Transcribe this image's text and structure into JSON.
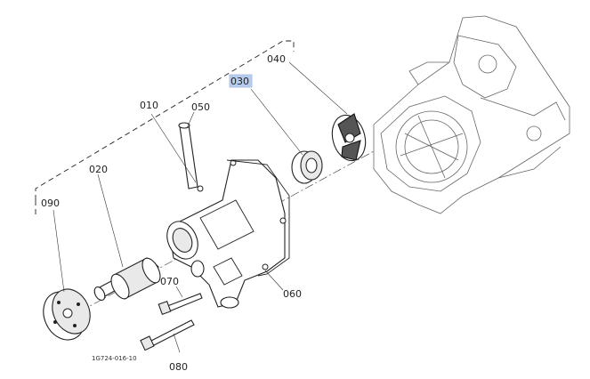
{
  "diagram": {
    "callouts": [
      {
        "id": "010",
        "label": "010"
      },
      {
        "id": "020",
        "label": "020"
      },
      {
        "id": "030",
        "label": "030",
        "selected": true
      },
      {
        "id": "040",
        "label": "040"
      },
      {
        "id": "050",
        "label": "050"
      },
      {
        "id": "060",
        "label": "060"
      },
      {
        "id": "070",
        "label": "070"
      },
      {
        "id": "080",
        "label": "080"
      },
      {
        "id": "090",
        "label": "090"
      }
    ],
    "figure_code": "1G724-016-10",
    "selection_color": "#2f6fd0"
  }
}
